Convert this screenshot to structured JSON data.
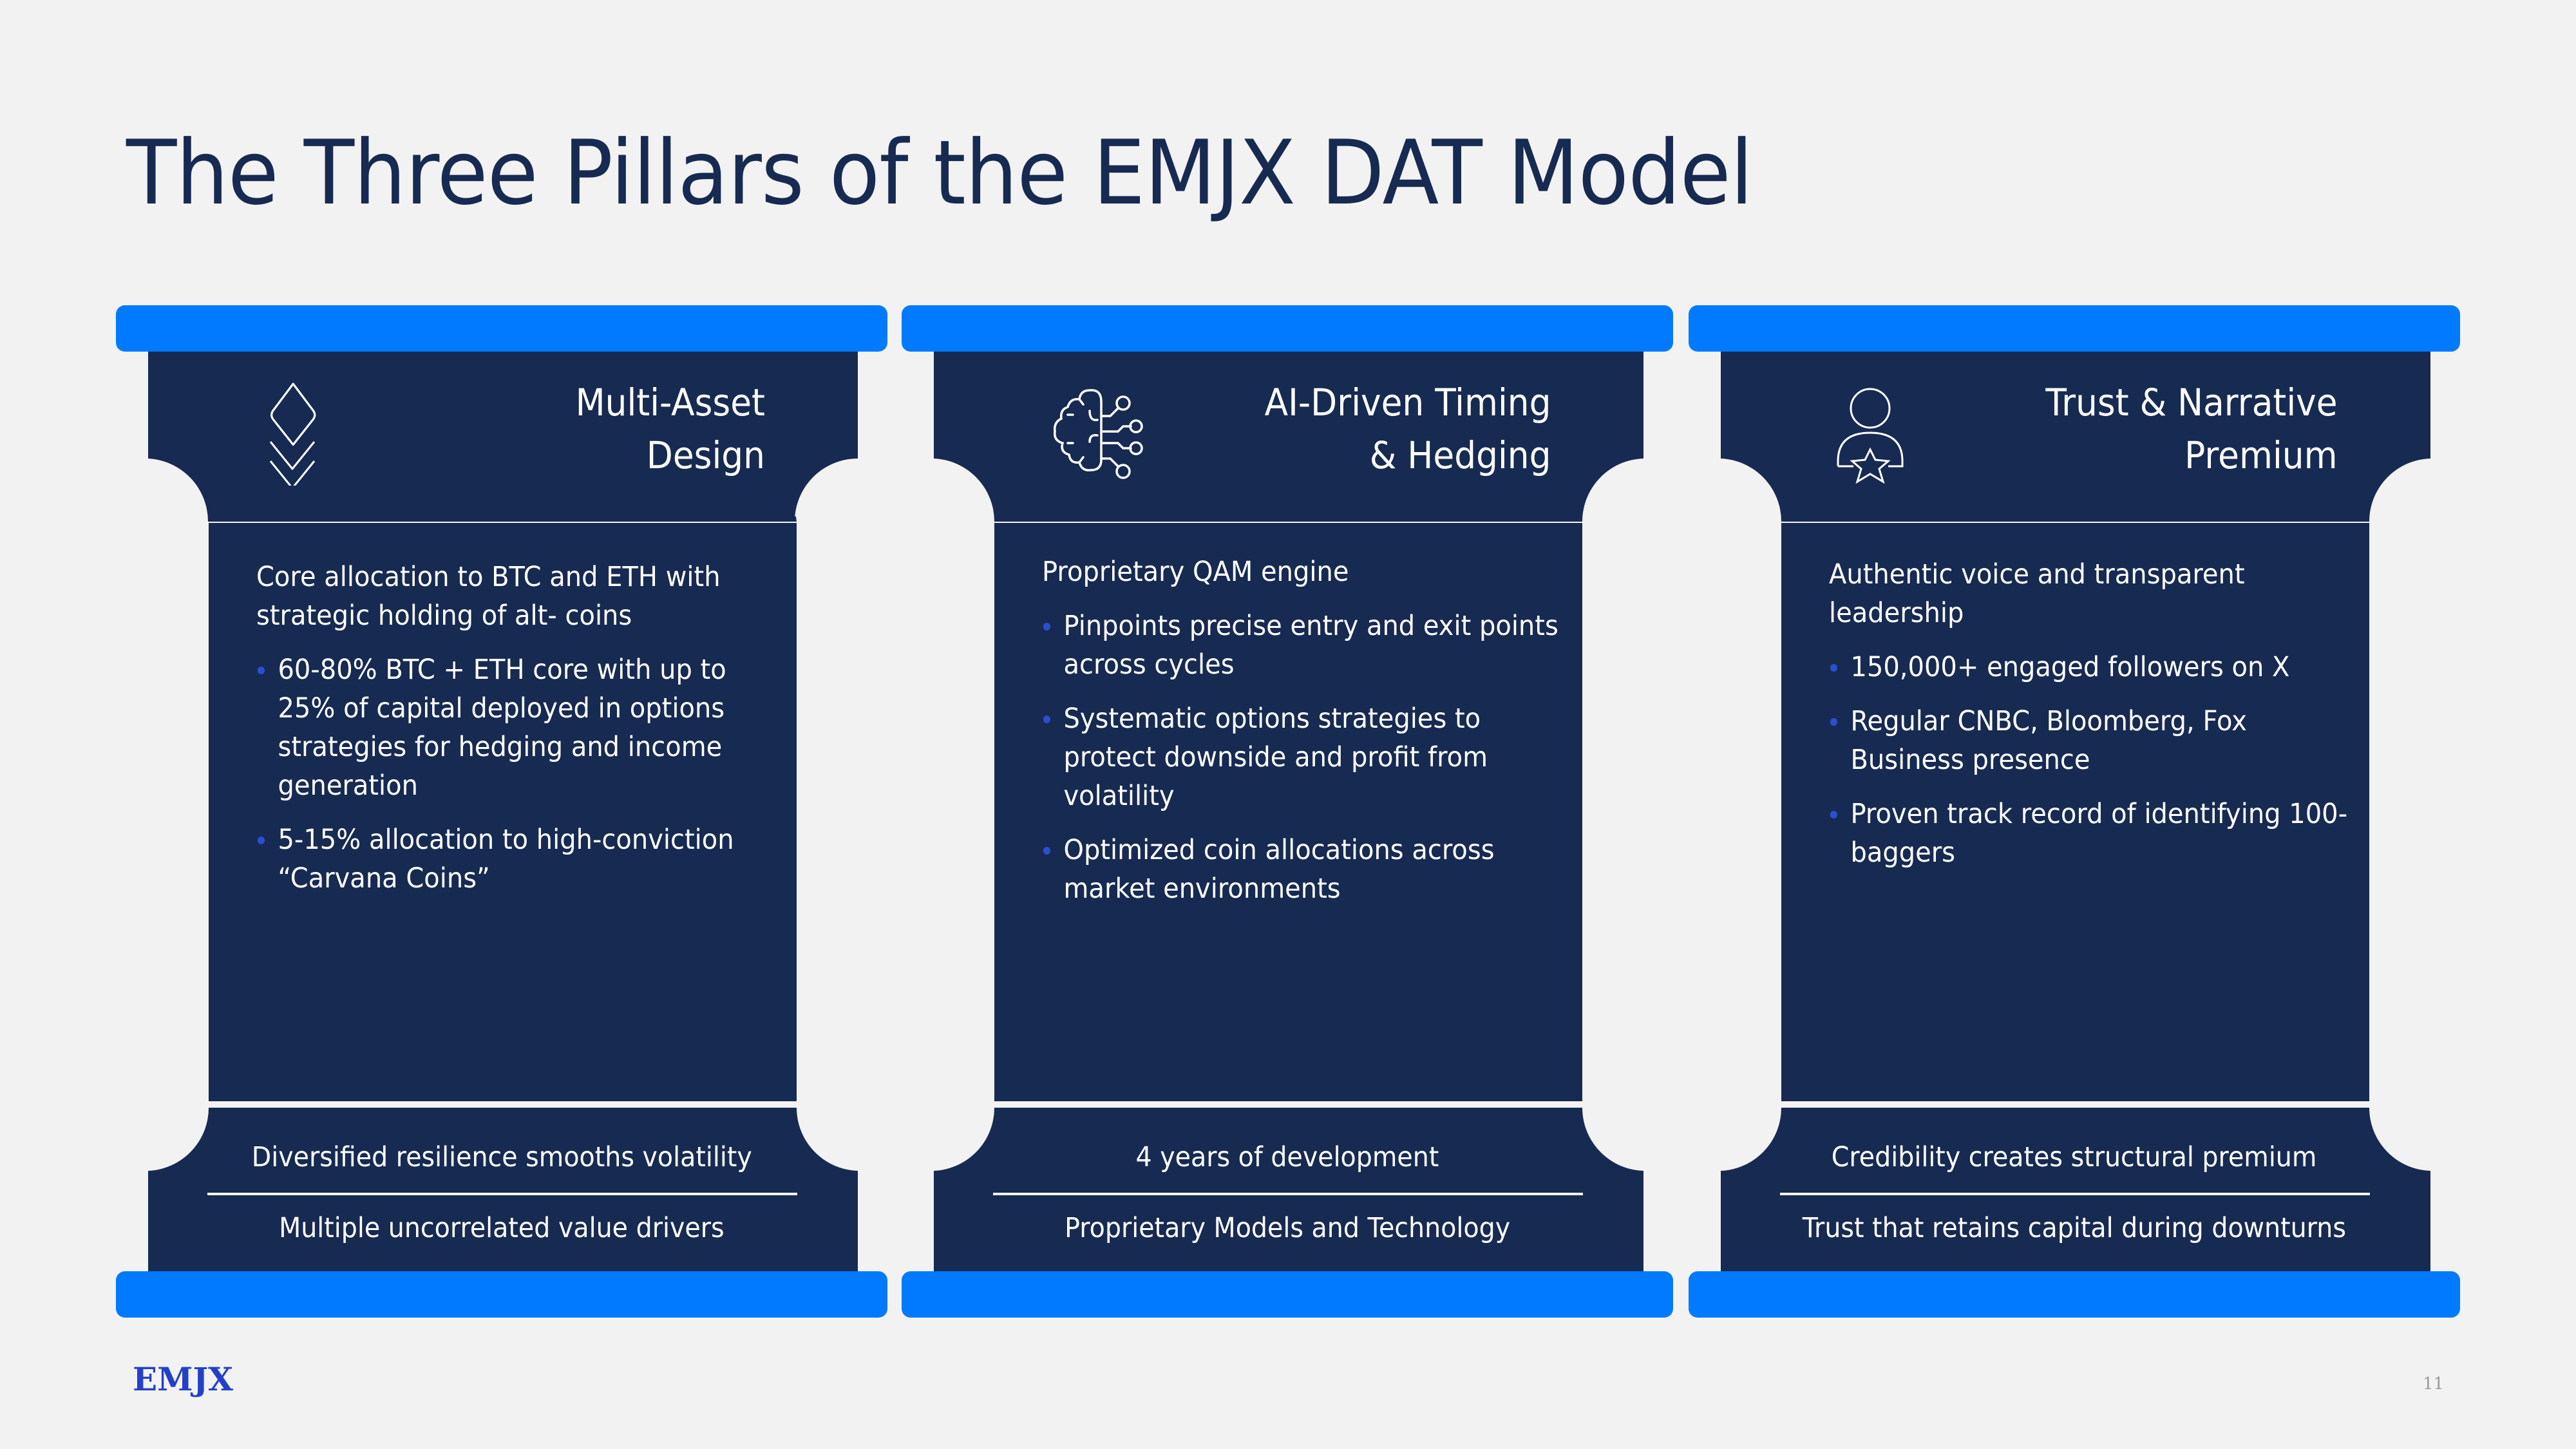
{
  "slide": {
    "title": "The Three Pillars of the EMJX DAT Model",
    "logo": "EMJX",
    "page_number": "11"
  },
  "colors": {
    "background": "#f2f2f2",
    "navy": "#172a51",
    "cap_blue": "#017aff",
    "bullet_blue": "#2b4fd0",
    "logo_blue": "#2340c8"
  },
  "pillars": [
    {
      "icon": "layers-icon",
      "title_line1": "Multi-Asset",
      "title_line2": "Design",
      "lead": "Core allocation to BTC and ETH with strategic holding of alt- coins",
      "bullets": [
        "60-80% BTC + ETH core with up to 25% of capital deployed in options strategies for hedging and income generation",
        "5-15% allocation to high-conviction “Carvana Coins”"
      ],
      "footer_top": "Diversified resilience smooths volatility",
      "footer_bottom": "Multiple uncorrelated value drivers"
    },
    {
      "icon": "ai-brain-icon",
      "title_line1": "AI-Driven Timing",
      "title_line2": "& Hedging",
      "lead": "Proprietary QAM engine",
      "bullets": [
        "Pinpoints precise entry and exit points across cycles",
        "Systematic options strategies to protect downside and profit from volatility",
        "Optimized coin allocations across market environments"
      ],
      "footer_top": "4 years of development",
      "footer_bottom": "Proprietary Models and Technology"
    },
    {
      "icon": "person-star-icon",
      "title_line1": "Trust & Narrative",
      "title_line2": "Premium",
      "lead": "Authentic voice and transparent leadership",
      "bullets": [
        "150,000+ engaged followers on X",
        "Regular CNBC, Bloomberg, Fox Business presence",
        "Proven track record of identifying 100-baggers"
      ],
      "footer_top": "Credibility creates structural premium",
      "footer_bottom": "Trust that retains capital during downturns"
    }
  ]
}
